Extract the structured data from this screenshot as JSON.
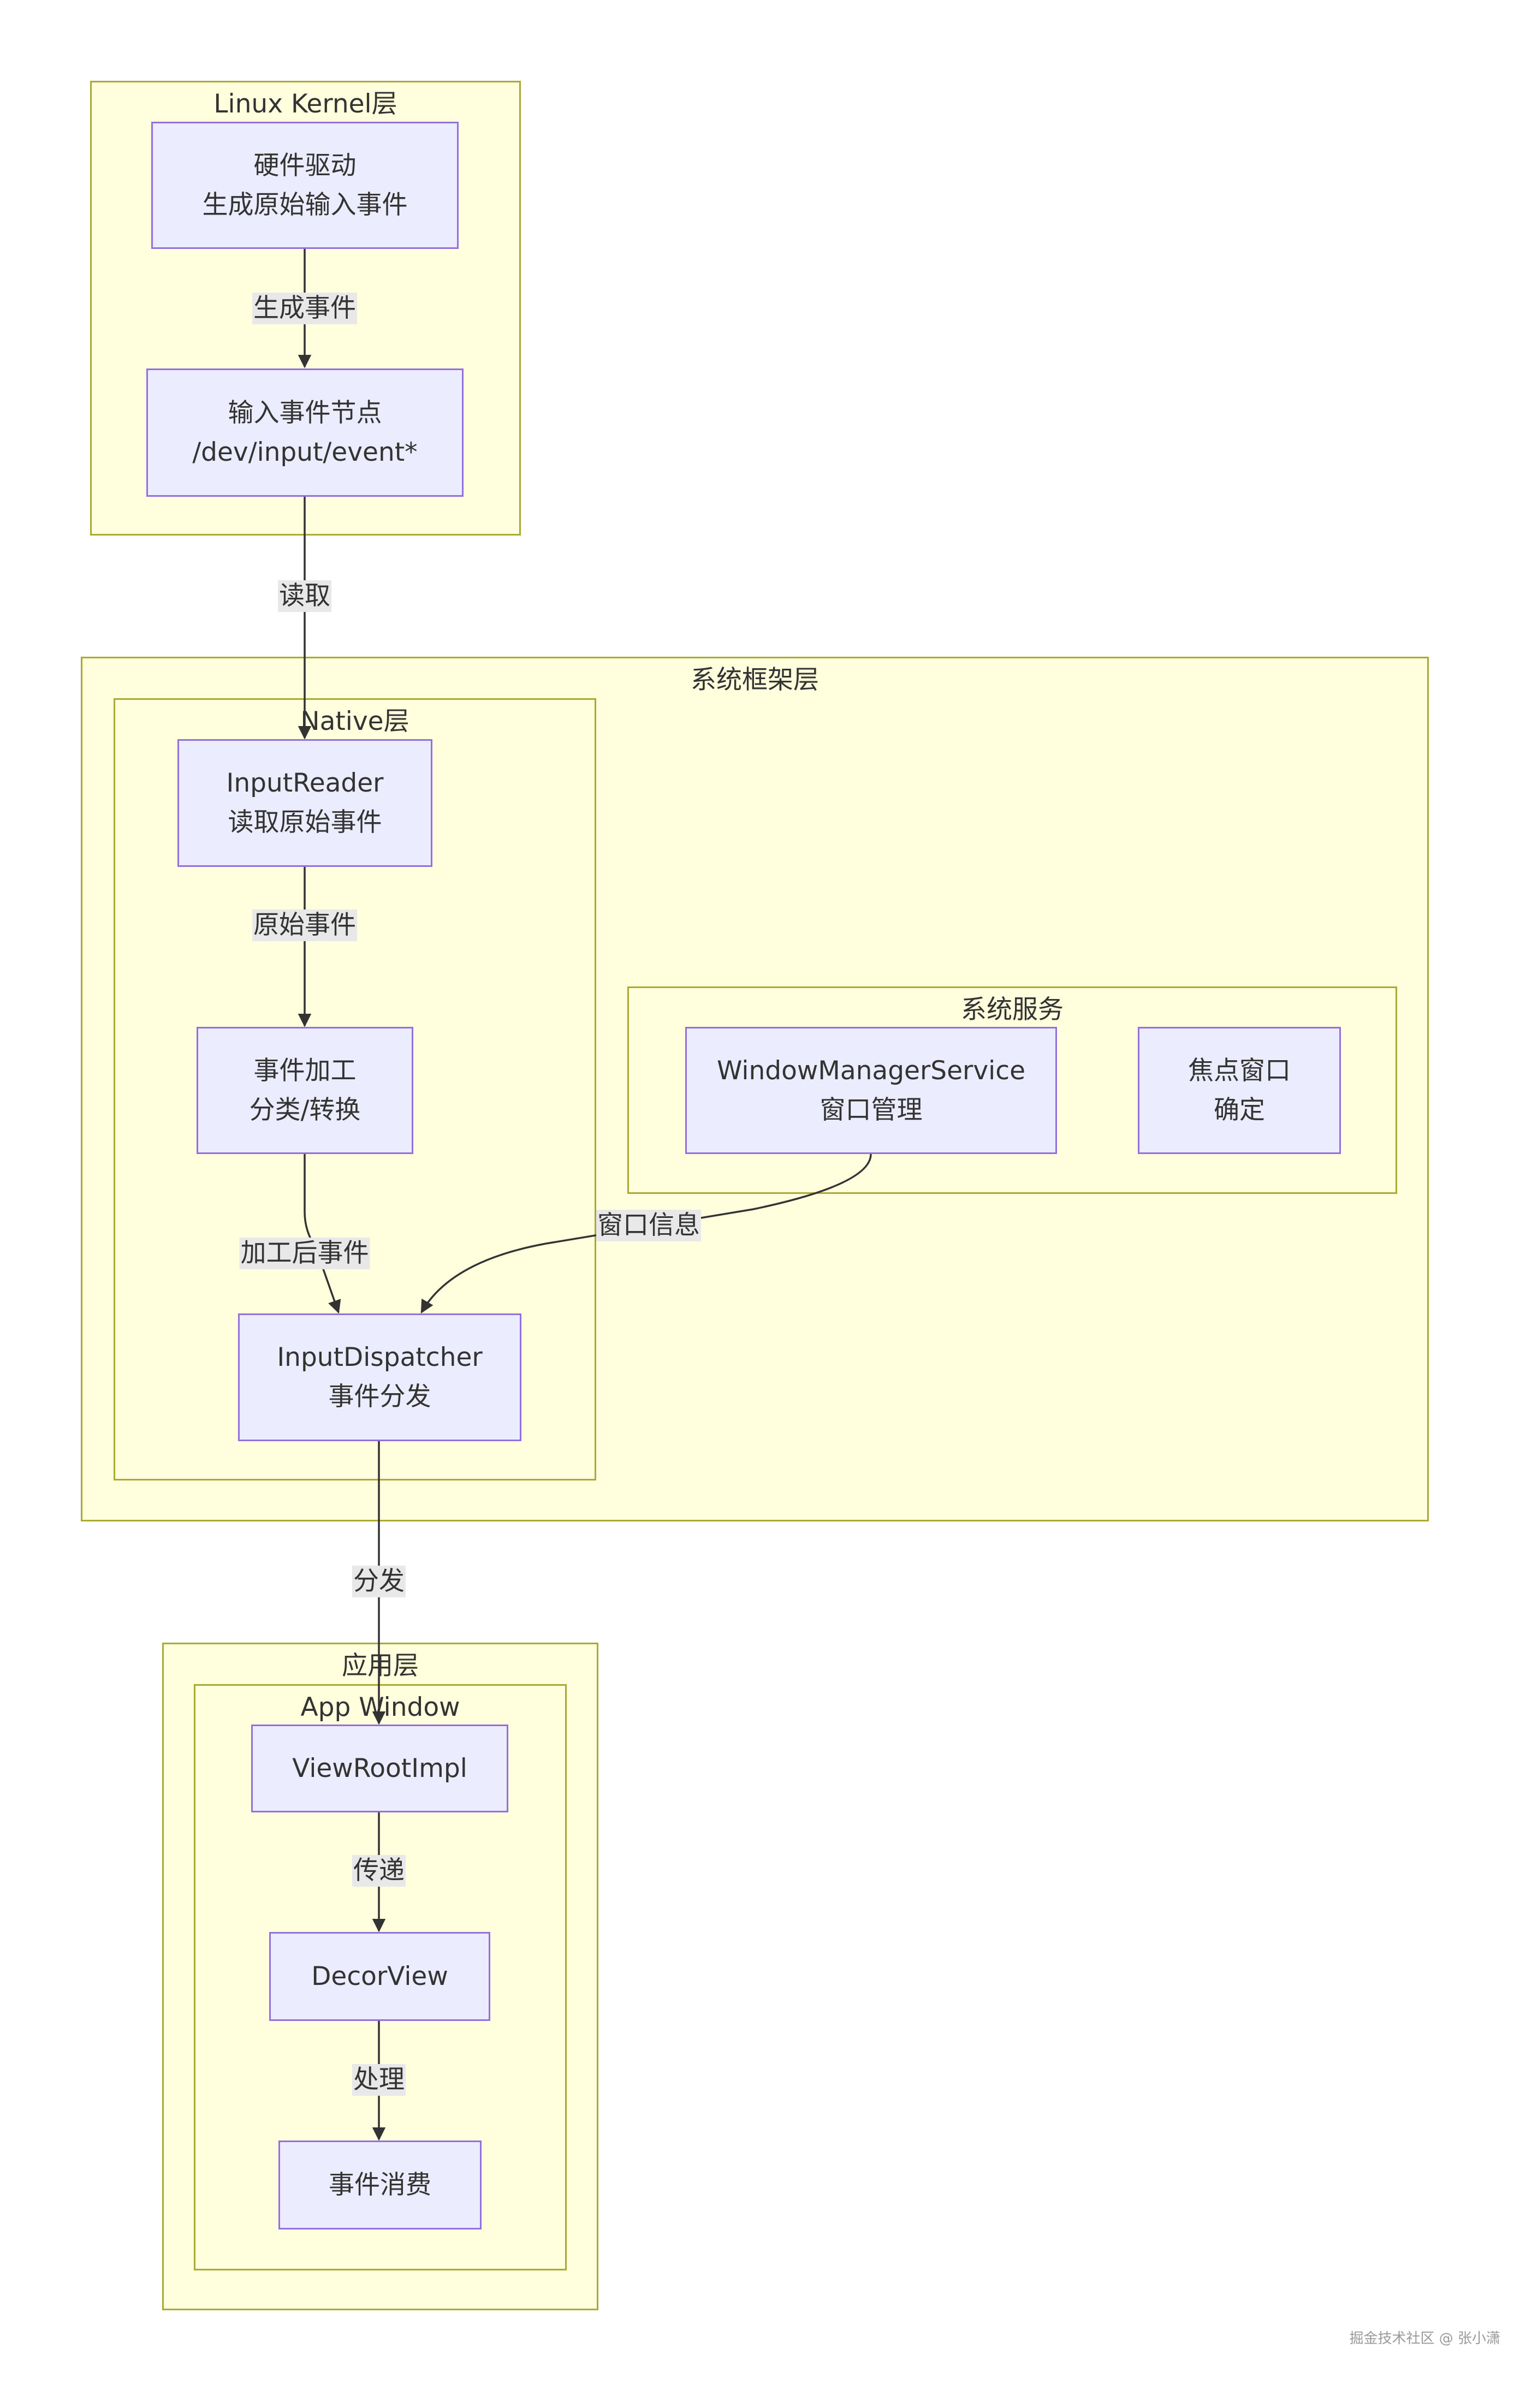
{
  "clusters": {
    "kernel": "Linux Kernel层",
    "framework": "系统框架层",
    "native": "Native层",
    "services": "系统服务",
    "app": "应用层",
    "window": "App Window"
  },
  "nodes": {
    "driver": [
      "硬件驱动",
      "生成原始输入事件"
    ],
    "event_node": [
      "输入事件节点",
      "/dev/input/event*"
    ],
    "input_reader": [
      "InputReader",
      "读取原始事件"
    ],
    "event_process": [
      "事件加工",
      "分类/转换"
    ],
    "input_dispatcher": [
      "InputDispatcher",
      "事件分发"
    ],
    "wms": [
      "WindowManagerService",
      "窗口管理"
    ],
    "focus_window": [
      "焦点窗口",
      "确定"
    ],
    "view_root_impl": [
      "ViewRootImpl"
    ],
    "decor_view": [
      "DecorView"
    ],
    "consume": [
      "事件消费"
    ]
  },
  "edges": {
    "generate": "生成事件",
    "read": "读取",
    "raw_event": "原始事件",
    "processed_event": "加工后事件",
    "window_info": "窗口信息",
    "dispatch": "分发",
    "pass": "传递",
    "handle": "处理"
  },
  "watermark": "掘金技术社区 @ 张小潇",
  "colors": {
    "cluster_fill": "#ffffde",
    "cluster_border": "#aaaa33",
    "node_fill": "#ececff",
    "node_border": "#9370db",
    "edge": "#333333",
    "edge_label_bg": "#e8e8e8"
  }
}
